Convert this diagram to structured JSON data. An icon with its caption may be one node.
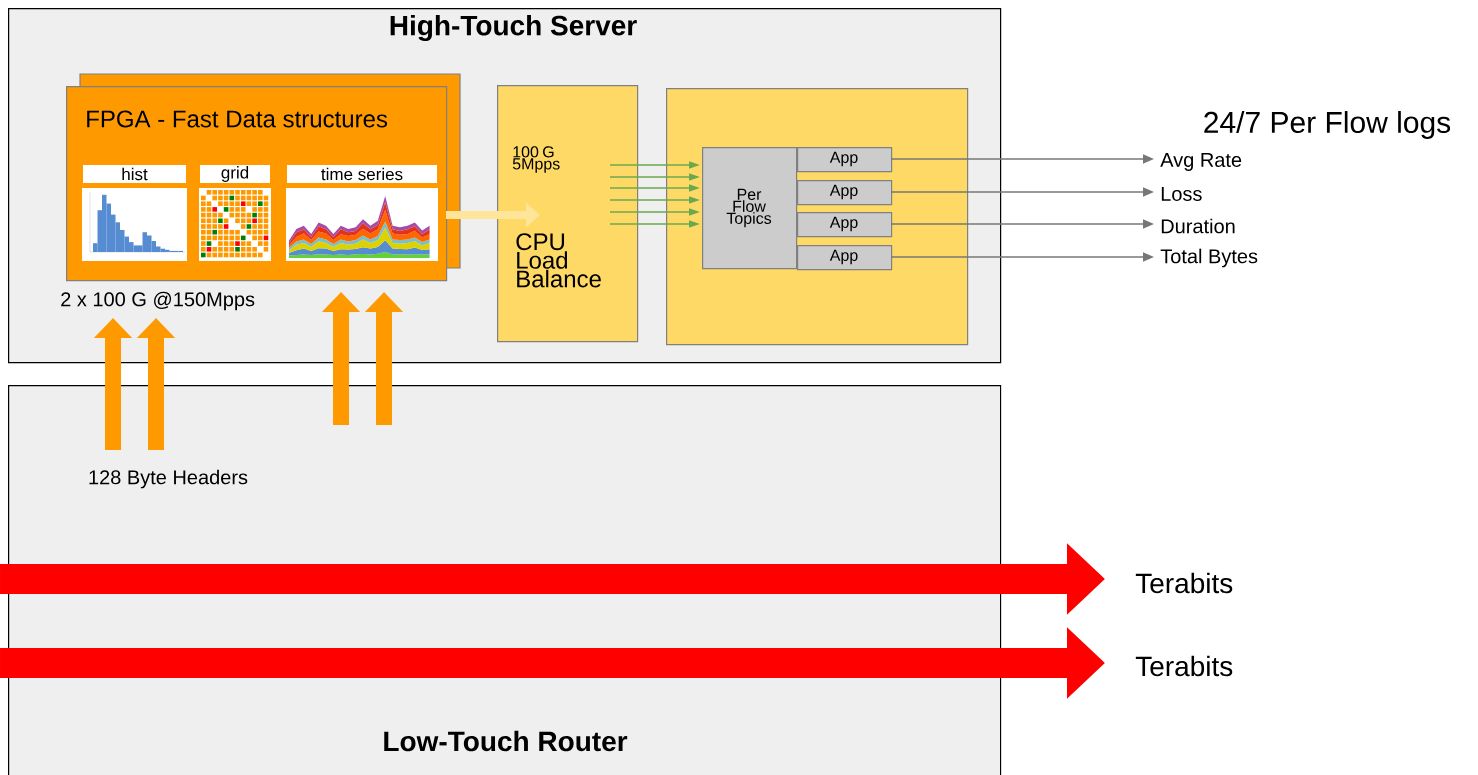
{
  "diagram": {
    "nodes": [
      {
        "text": [
          "High-Touch Server"
        ]
      },
      {
        "text": [
          "FPGA - Fast Data structures"
        ],
        "in": 0,
        "beside": [
          "2 x 100 G @150Mpps"
        ]
      },
      {
        "text": [
          "hist"
        ],
        "in": 1
      },
      {
        "text": [
          "grid"
        ],
        "in": 1
      },
      {
        "text": [
          "time series"
        ],
        "in": 1
      },
      {
        "text": [
          "100 G 5Mpps",
          "CPU Load Balance"
        ],
        "in": 0
      },
      {
        "text": [],
        "shape": "box",
        "in": 0
      },
      {
        "text": [
          "Per Flow Topics"
        ],
        "in": 6
      },
      {
        "text": [
          "App"
        ],
        "in": 6
      },
      {
        "text": [
          "App"
        ],
        "in": 6
      },
      {
        "text": [
          "App"
        ],
        "in": 6
      },
      {
        "text": [
          "App"
        ],
        "in": 6
      },
      {
        "text": [
          "Avg Rate"
        ]
      },
      {
        "text": [
          "Loss"
        ]
      },
      {
        "text": [
          "Duration"
        ]
      },
      {
        "text": [
          "Total Bytes"
        ]
      },
      {
        "text": [
          "Low-Touch Router"
        ]
      },
      {
        "text": [
          "Terabits"
        ]
      },
      {
        "text": [
          "Terabits"
        ]
      }
    ],
    "edges": [
      {
        "from": 16,
        "to": 1,
        "arrow": "to",
        "style": "thick",
        "color": "#ff9900"
      },
      {
        "from": 16,
        "to": 1,
        "arrow": "to",
        "style": "thick",
        "color": "#ff9900"
      },
      {
        "from": 16,
        "to": 1,
        "arrow": "to",
        "style": "thick",
        "color": "#ff9900"
      },
      {
        "from": 16,
        "to": 1,
        "arrow": "to",
        "style": "thick",
        "color": "#ff9900"
      },
      {
        "from": 1,
        "to": 5,
        "arrow": "to",
        "style": "thick",
        "color": "#ffe599"
      },
      {
        "from": 5,
        "to": 7,
        "arrow": "to",
        "color": "#6aa84f"
      },
      {
        "from": 5,
        "to": 7,
        "arrow": "to",
        "color": "#6aa84f"
      },
      {
        "from": 5,
        "to": 7,
        "arrow": "to",
        "color": "#6aa84f"
      },
      {
        "from": 5,
        "to": 7,
        "arrow": "to",
        "color": "#6aa84f"
      },
      {
        "from": 5,
        "to": 7,
        "arrow": "to",
        "color": "#6aa84f"
      },
      {
        "from": 5,
        "to": 7,
        "arrow": "to",
        "color": "#6aa84f"
      },
      {
        "from": 8,
        "to": 12,
        "arrow": "to",
        "color": "#777777"
      },
      {
        "from": 9,
        "to": 13,
        "arrow": "to",
        "color": "#777777"
      },
      {
        "from": 10,
        "to": 14,
        "arrow": "to",
        "color": "#777777"
      },
      {
        "from": 11,
        "to": 15,
        "arrow": "to",
        "color": "#777777"
      },
      {
        "from": 16,
        "to": 17,
        "arrow": "to",
        "style": "thick",
        "color": "#ff0000"
      },
      {
        "from": 16,
        "to": 18,
        "arrow": "to",
        "style": "thick",
        "color": "#ff0000"
      }
    ],
    "labels": [
      "128 Byte Headers",
      "24/7 Per Flow logs"
    ]
  }
}
